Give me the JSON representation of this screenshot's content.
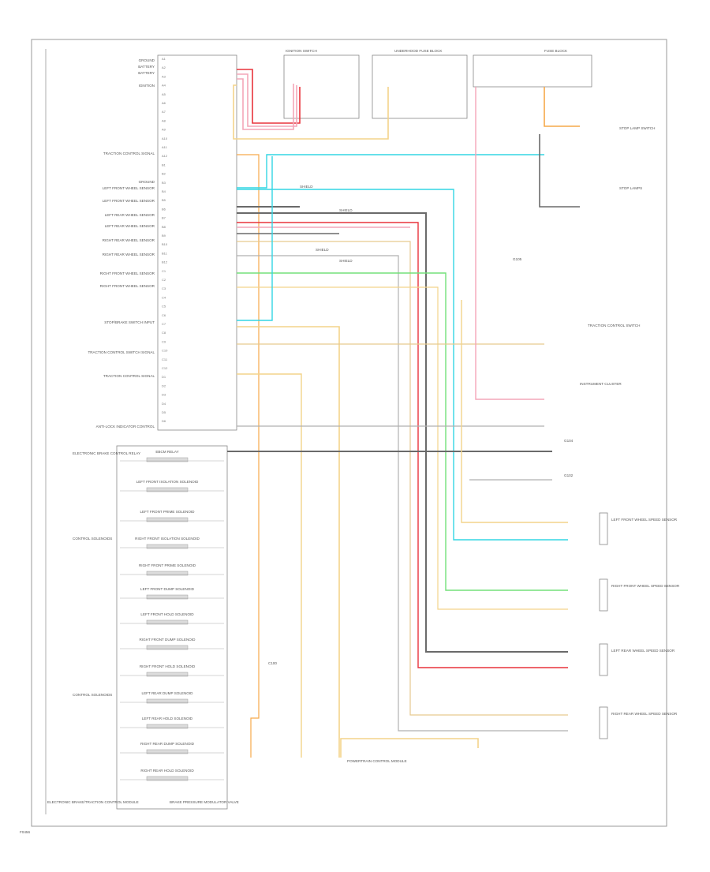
{
  "diagram": {
    "page_code": "F0456",
    "footer_left": "ELECTRONIC BRAKE/TRACTION CONTROL MODULE",
    "footer_right": "BRAKE PRESSURE MODULATOR VALVE",
    "colors": {
      "pink": "#f4a6b8",
      "red": "#e8333b",
      "cyan": "#34d6e4",
      "green": "#73e07a",
      "yellow": "#f3d48a",
      "orange": "#f6a94a",
      "dark": "#6a6a6a",
      "grey": "#b0b0b0",
      "tan": "#e6c98f"
    },
    "top_modules": [
      {
        "label": "IGNITION SWITCH"
      },
      {
        "label": "UNDERHOOD FUSE BLOCK"
      },
      {
        "label": "FUSE BLOCK"
      }
    ],
    "module_pins": [
      "A1",
      "A2",
      "A3",
      "A4",
      "A5",
      "A6",
      "A7",
      "A8",
      "A9",
      "A10",
      "A11",
      "A12",
      "B1",
      "B2",
      "B3",
      "B4",
      "B5",
      "B6",
      "B7",
      "B8",
      "B9",
      "B10",
      "B11",
      "B12",
      "C1",
      "C2",
      "C3",
      "C4",
      "C5",
      "C6",
      "C7",
      "C8",
      "C9",
      "C10",
      "C11",
      "C12",
      "D1",
      "D2",
      "D3",
      "D4",
      "D5",
      "D6"
    ],
    "left_labels": [
      {
        "text": "GROUND"
      },
      {
        "text": "BATTERY"
      },
      {
        "text": "BATTERY"
      },
      {
        "text": "IGNITION"
      },
      {
        "text": "TRACTION CONTROL SIGNAL"
      },
      {
        "text": "GROUND"
      },
      {
        "text": "LEFT FRONT WHEEL SENSOR"
      },
      {
        "text": "LEFT FRONT WHEEL SENSOR"
      },
      {
        "text": "LEFT REAR WHEEL SENSOR"
      },
      {
        "text": "LEFT REAR WHEEL SENSOR"
      },
      {
        "text": "RIGHT REAR WHEEL SENSOR"
      },
      {
        "text": "RIGHT REAR WHEEL SENSOR"
      },
      {
        "text": "RIGHT FRONT WHEEL SENSOR"
      },
      {
        "text": "RIGHT FRONT WHEEL SENSOR"
      },
      {
        "text": "STOP/BRAKE SWITCH INPUT"
      },
      {
        "text": "TRACTION CONTROL SWITCH SIGNAL"
      },
      {
        "text": "TRACTION CONTROL SIGNAL"
      },
      {
        "text": "ANTI-LOCK INDICATOR CONTROL"
      }
    ],
    "lower_group_labels": [
      {
        "text": "ELECTRONIC BRAKE CONTROL RELAY"
      },
      {
        "text": "CONTROL SOLENOIDS"
      },
      {
        "text": "CONTROL SOLENOIDS"
      }
    ],
    "solenoid_labels": [
      {
        "text": "EBCM RELAY"
      },
      {
        "text": "LEFT FRONT ISOLATION SOLENOID"
      },
      {
        "text": "LEFT FRONT PRIME SOLENOID"
      },
      {
        "text": "RIGHT FRONT ISOLATION SOLENOID"
      },
      {
        "text": "RIGHT FRONT PRIME SOLENOID"
      },
      {
        "text": "LEFT FRONT DUMP SOLENOID"
      },
      {
        "text": "LEFT FRONT HOLD SOLENOID"
      },
      {
        "text": "RIGHT FRONT DUMP SOLENOID"
      },
      {
        "text": "RIGHT FRONT HOLD SOLENOID"
      },
      {
        "text": "LEFT REAR DUMP SOLENOID"
      },
      {
        "text": "LEFT REAR HOLD SOLENOID"
      },
      {
        "text": "RIGHT REAR DUMP SOLENOID"
      },
      {
        "text": "RIGHT REAR HOLD SOLENOID"
      }
    ],
    "right_labels": [
      {
        "text": "STOP LAMP SWITCH"
      },
      {
        "text": "STOP LAMPS"
      },
      {
        "text": "G105"
      },
      {
        "text": "TRACTION CONTROL SWITCH"
      },
      {
        "text": "INSTRUMENT CLUSTER"
      },
      {
        "text": "G104"
      },
      {
        "text": "G102"
      },
      {
        "text": "LEFT FRONT WHEEL SPEED SENSOR"
      },
      {
        "text": "RIGHT FRONT WHEEL SPEED SENSOR"
      },
      {
        "text": "LEFT REAR WHEEL SPEED SENSOR"
      },
      {
        "text": "RIGHT REAR WHEEL SPEED SENSOR"
      },
      {
        "text": "POWERTRAIN CONTROL MODULE"
      }
    ],
    "mid_labels": [
      {
        "text": "SHIELD"
      },
      {
        "text": "SHIELD"
      },
      {
        "text": "SHIELD"
      },
      {
        "text": "SHIELD"
      },
      {
        "text": "C100"
      }
    ]
  }
}
